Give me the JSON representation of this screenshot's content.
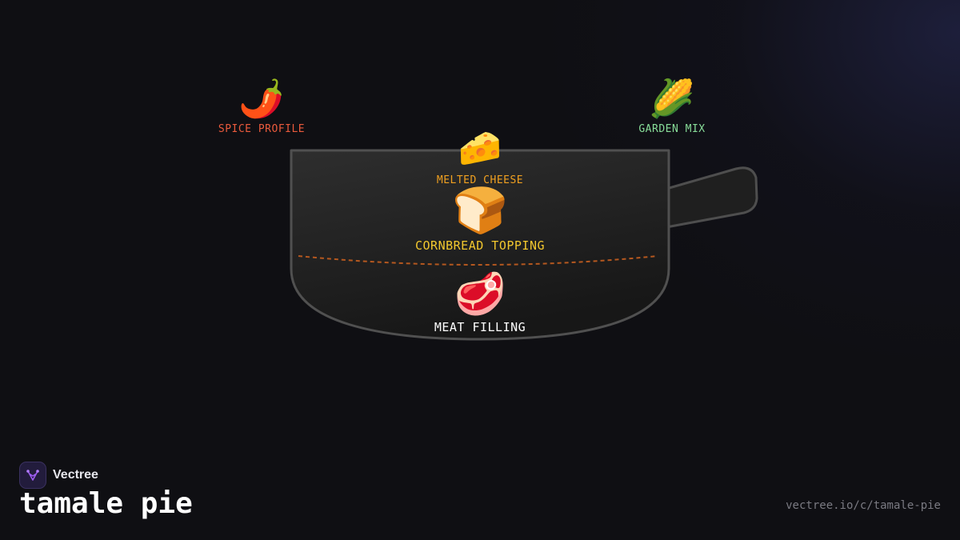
{
  "diagram": {
    "layers": [
      {
        "id": "meat",
        "emoji": "🥩",
        "label": "MEAT FILLING",
        "color": "#ffffff",
        "icon": "meat-icon"
      },
      {
        "id": "cornbread",
        "emoji": "🍞",
        "label": "CORNBREAD TOPPING",
        "color": "#f2c72e",
        "icon": "bread-icon"
      },
      {
        "id": "cheese",
        "emoji": "🧀",
        "label": "MELTED CHEESE",
        "color": "#f0a020",
        "icon": "cheese-icon"
      }
    ],
    "extras": [
      {
        "id": "spice",
        "emoji": "🌶️",
        "label": "SPICE PROFILE",
        "color": "#ea5a3c",
        "icon": "chili-pepper-icon"
      },
      {
        "id": "garden",
        "emoji": "🌽",
        "label": "GARDEN MIX",
        "color": "#88dd99",
        "icon": "corn-icon"
      }
    ],
    "divider_color": "#b5581f",
    "pan_color": "#222222",
    "pan_border_color": "#555555"
  },
  "branding": {
    "name": "Vectree",
    "logo_icon": "vectree-logo-icon",
    "accent": "#9d5cf0"
  },
  "page": {
    "title": "tamale pie",
    "source_url": "vectree.io/c/tamale-pie"
  }
}
